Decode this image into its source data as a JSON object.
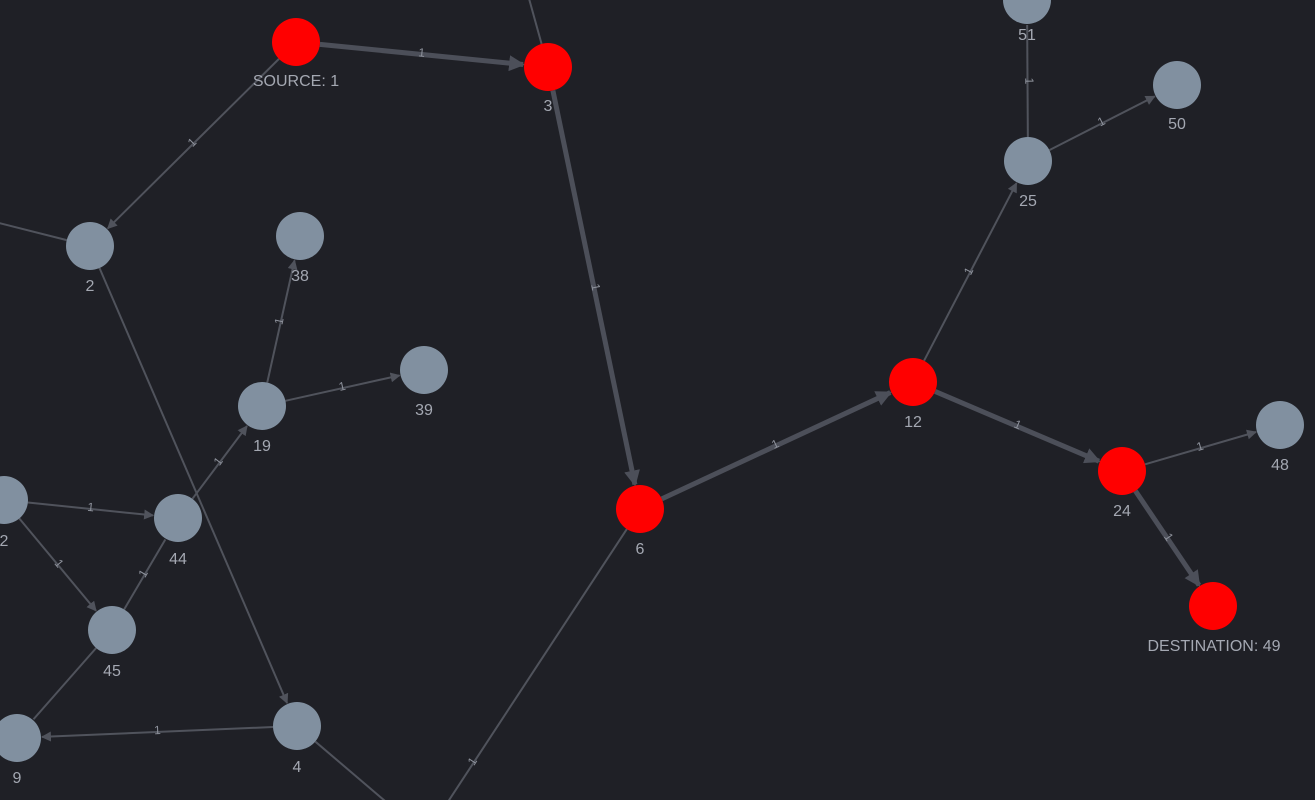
{
  "colors": {
    "background": "#1f2026",
    "node_default": "#8190a0",
    "node_path": "#ff0000",
    "edge": "#50535c",
    "edge_path": "#4c4f59",
    "label": "#a4a8b2",
    "weight": "#8d919b"
  },
  "nodes": [
    {
      "id": "n1",
      "label": "SOURCE: 1",
      "path": true
    },
    {
      "id": "n3",
      "label": "3",
      "path": true
    },
    {
      "id": "n2",
      "label": "2",
      "path": false
    },
    {
      "id": "n38",
      "label": "38",
      "path": false
    },
    {
      "id": "n39",
      "label": "39",
      "path": false
    },
    {
      "id": "n19",
      "label": "19",
      "path": false
    },
    {
      "id": "n44",
      "label": "44",
      "path": false
    },
    {
      "id": "n42",
      "label": "2",
      "path": false
    },
    {
      "id": "n45",
      "label": "45",
      "path": false
    },
    {
      "id": "n9",
      "label": "9",
      "path": false
    },
    {
      "id": "n4",
      "label": "4",
      "path": false
    },
    {
      "id": "n6",
      "label": "6",
      "path": true
    },
    {
      "id": "n12",
      "label": "12",
      "path": true
    },
    {
      "id": "n24",
      "label": "24",
      "path": true
    },
    {
      "id": "n49",
      "label": "DESTINATION: 49",
      "path": true
    },
    {
      "id": "n48",
      "label": "48",
      "path": false
    },
    {
      "id": "n25",
      "label": "25",
      "path": false
    },
    {
      "id": "n50",
      "label": "50",
      "path": false
    },
    {
      "id": "n51",
      "label": "51",
      "path": false
    }
  ],
  "edges": [
    {
      "from": "n1",
      "to": "n3",
      "weight": "1",
      "path": true,
      "arrow": true
    },
    {
      "from": "n3",
      "to": "n6",
      "weight": "1",
      "path": true,
      "arrow": true
    },
    {
      "from": "n6",
      "to": "n12",
      "weight": "1",
      "path": true,
      "arrow": true
    },
    {
      "from": "n12",
      "to": "n24",
      "weight": "1",
      "path": true,
      "arrow": true
    },
    {
      "from": "n24",
      "to": "n49",
      "weight": "1",
      "path": true,
      "arrow": true
    },
    {
      "from": "n1",
      "to": "n2",
      "weight": "1",
      "path": false,
      "arrow": true
    },
    {
      "from": "n2",
      "to": "n4",
      "weight": "",
      "path": false,
      "arrow": true
    },
    {
      "from": "n4",
      "to": "n9",
      "weight": "1",
      "path": false,
      "arrow": true
    },
    {
      "from": "n19",
      "to": "n38",
      "weight": "1",
      "path": false,
      "arrow": true
    },
    {
      "from": "n19",
      "to": "n39",
      "weight": "1",
      "path": false,
      "arrow": true
    },
    {
      "from": "n44",
      "to": "n19",
      "weight": "1",
      "path": false,
      "arrow": true
    },
    {
      "from": "n42",
      "to": "n44",
      "weight": "1",
      "path": false,
      "arrow": true
    },
    {
      "from": "n42",
      "to": "n45",
      "weight": "1",
      "path": false,
      "arrow": true
    },
    {
      "from": "n45",
      "to": "n44",
      "weight": "1",
      "path": false,
      "arrow": false
    },
    {
      "from": "n45",
      "to": "n9",
      "weight": "",
      "path": false,
      "arrow": false
    },
    {
      "from": "n12",
      "to": "n25",
      "weight": "1",
      "path": false,
      "arrow": true
    },
    {
      "from": "n25",
      "to": "n50",
      "weight": "1",
      "path": false,
      "arrow": true
    },
    {
      "from": "n25",
      "to": "n51",
      "weight": "1",
      "path": false,
      "arrow": false
    },
    {
      "from": "n24",
      "to": "n48",
      "weight": "1",
      "path": false,
      "arrow": true
    },
    {
      "from": "n6",
      "to": "off-bottom-a",
      "weight": "1",
      "path": false,
      "arrow": false
    },
    {
      "from": "n4",
      "to": "off-bottom-b",
      "weight": "",
      "path": false,
      "arrow": false
    },
    {
      "from": "n3",
      "to": "off-top",
      "weight": "",
      "path": false,
      "arrow": false
    },
    {
      "from": "n2",
      "to": "off-left",
      "weight": "",
      "path": false,
      "arrow": false
    }
  ]
}
